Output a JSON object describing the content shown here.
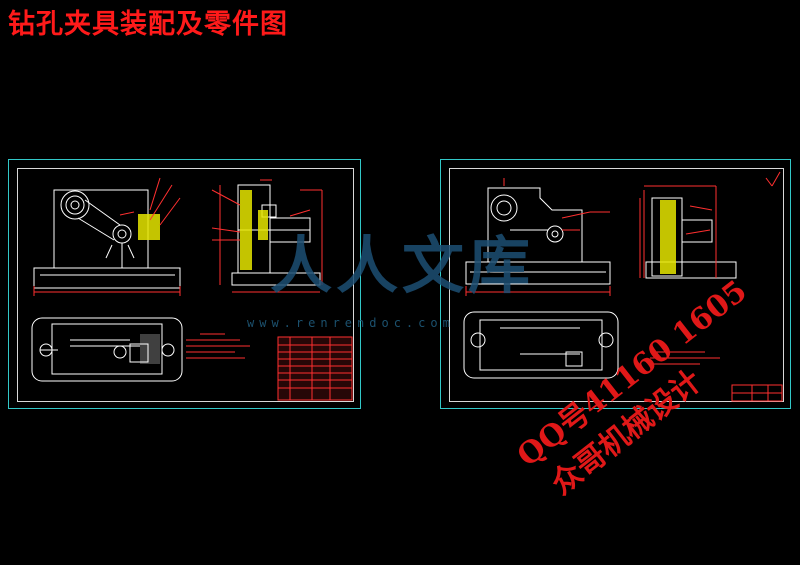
{
  "title": "钻孔夹具装配及零件图",
  "watermarks": {
    "site": "www.renrendoc.com",
    "logo": "人人文库",
    "qq": "QQ号41160 1605",
    "name": "众哥机械设计"
  },
  "colors": {
    "background": "#000000",
    "title": "#ff1a1a",
    "sheet_border": "#32c8c8",
    "drawing_line": "#ffffff",
    "dimension": "#ff3030",
    "hatch": "#e6e600",
    "watermark_blue": "#1d4f74",
    "watermark_red": "#e01818"
  }
}
